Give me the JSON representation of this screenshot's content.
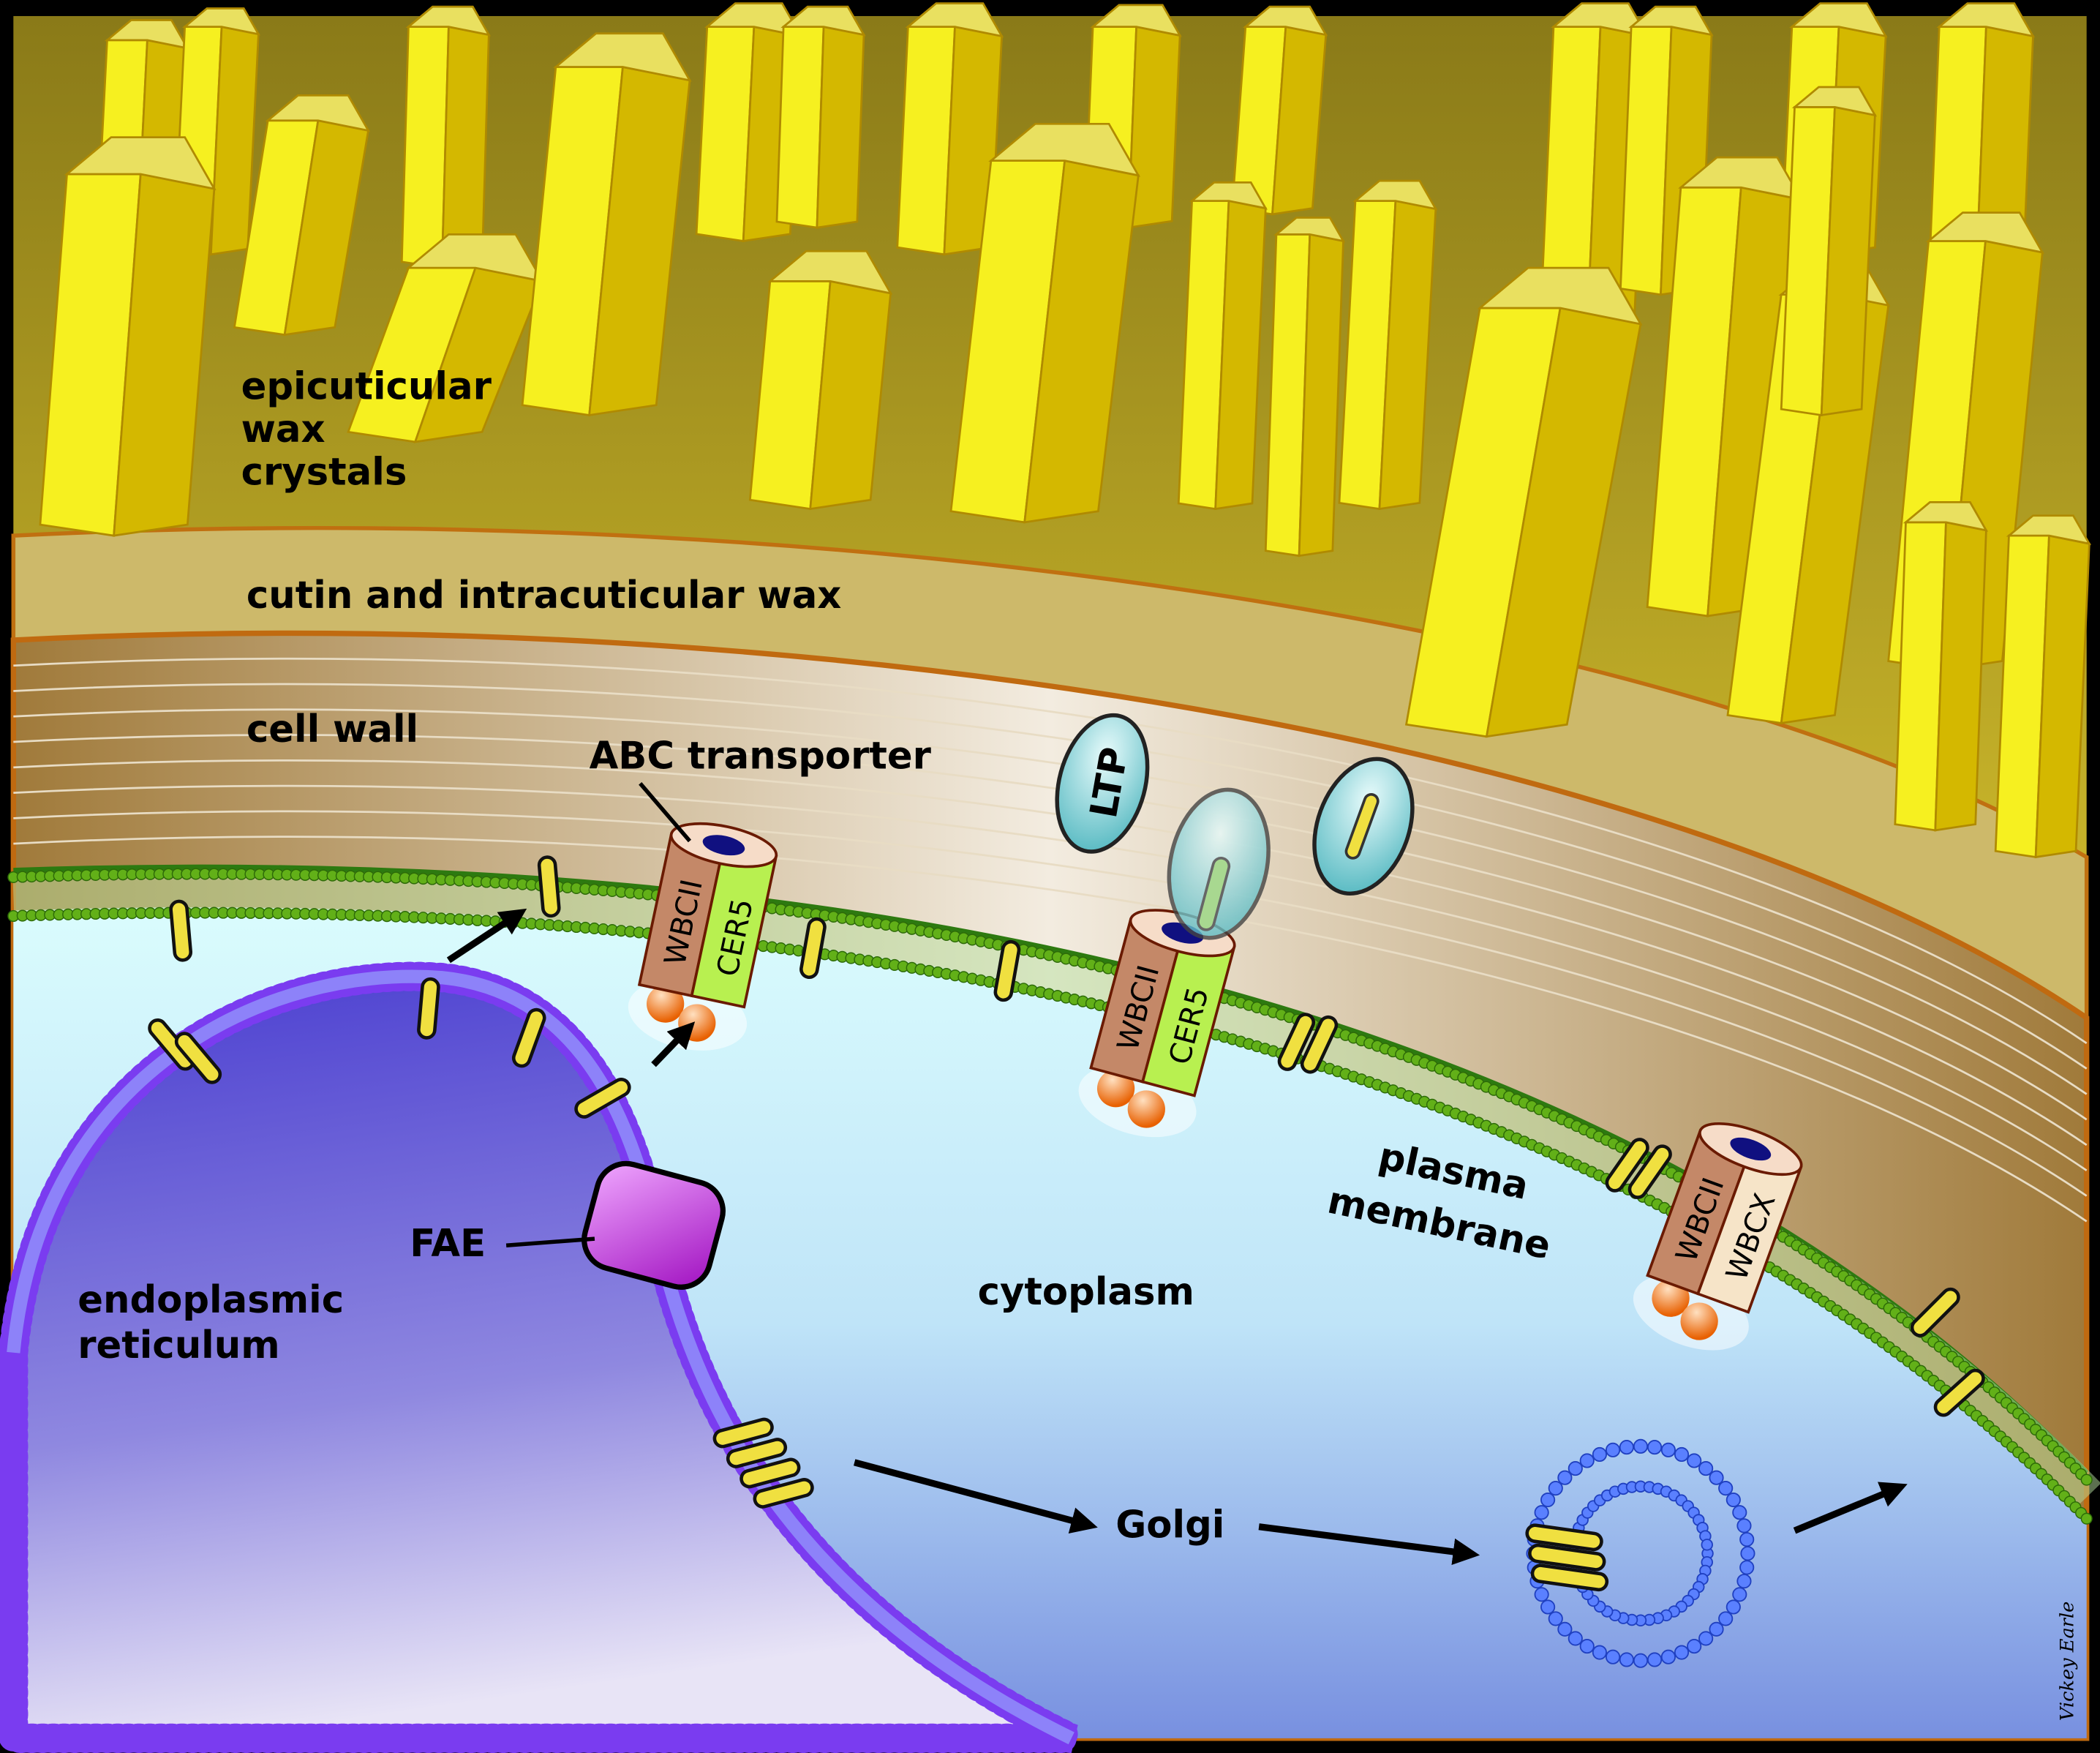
{
  "labels": {
    "epicuticular": [
      "epicuticular",
      "wax",
      "crystals"
    ],
    "cutin": "cutin and intracuticular wax",
    "cell_wall": "cell wall",
    "abc_transporter": "ABC transporter",
    "ltp": "LTP",
    "plasma_membrane": [
      "plasma",
      "membrane"
    ],
    "fae": "FAE",
    "er": [
      "endoplasmic",
      "reticulum"
    ],
    "cytoplasm": "cytoplasm",
    "golgi": "Golgi"
  },
  "transporters": [
    {
      "left": "WBCII",
      "right": "CER5"
    },
    {
      "left": "WBCII",
      "right": "CER5"
    },
    {
      "left": "WBCII",
      "right": "WBCX"
    }
  ],
  "signature": "Vickey Earle",
  "colors": {
    "wax_crystal": "#e8e020",
    "cutin": "#cdb96a",
    "cell_wall": "#b8893c",
    "plasma_membrane": "#5aa812",
    "er": "#6a50d8",
    "cytoplasm": "#cdf4fb",
    "fae": "#c030d8",
    "ltp": "#7ccfd6",
    "wax_molecule": "#f0e040"
  }
}
